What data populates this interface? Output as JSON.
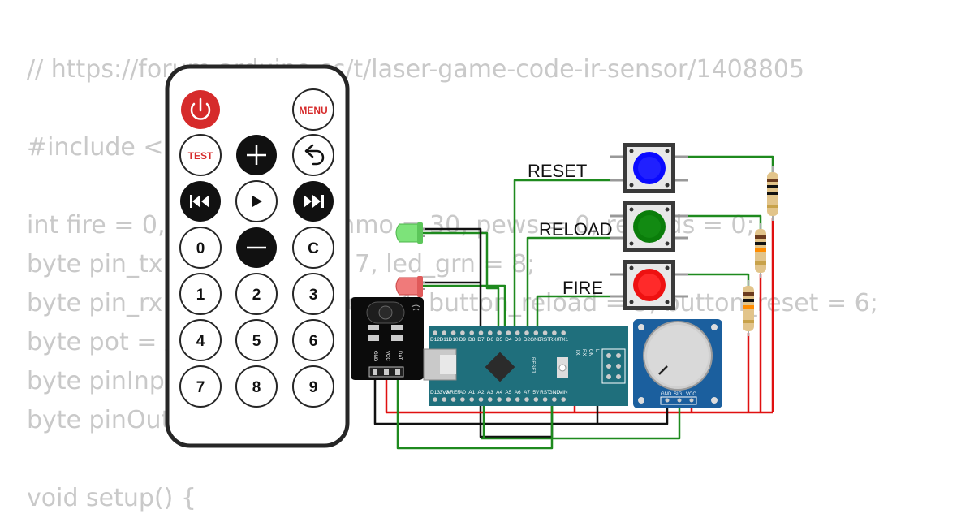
{
  "code_lines": [
    "// https://forum.arduino.cc/t/laser-game-code-ir-sensor/1408805",
    "",
    "#include <IRremote.h>",
    "",
    "int fire = 0, reload = 0, ammo = 30, pews = 0, reloads = 0;",
    "byte pin_tx = 3, led_red = 7, led_grn = 8;",
    "byte pin_rx = 2, button_fire = 4, button_reload = 5, button_reset = 6;",
    "byte pot = A0;",
    "byte pinInput = A1;",
    "byte pinOutput = A2;",
    "",
    "void setup() {"
  ],
  "labels": {
    "reset": "RESET",
    "reload": "RELOAD",
    "fire": "FIRE"
  },
  "remote": {
    "menu": "MENU",
    "test": "TEST",
    "zero": "0",
    "clear": "C",
    "digits": [
      "1",
      "2",
      "3",
      "4",
      "5",
      "6",
      "7",
      "8",
      "9"
    ]
  },
  "ir_module_pins": [
    "GND",
    "VCC",
    "DAT"
  ],
  "pot_pins": [
    "GND",
    "SIG",
    "VCC"
  ],
  "nano": {
    "top_pins": [
      "D12",
      "D11",
      "D10",
      "D9",
      "D8",
      "D7",
      "D6",
      "D5",
      "D4",
      "D3",
      "D2",
      "GND",
      "RST",
      "RX0",
      "TX1"
    ],
    "bottom_pins": [
      "D13",
      "3V3",
      "AREF",
      "A0",
      "A1",
      "A2",
      "A3",
      "A4",
      "A5",
      "A6",
      "A7",
      "5V",
      "RST",
      "GND",
      "VIN"
    ],
    "reset_label": "RESET",
    "led_labels": [
      "TX",
      "RX",
      "ON",
      "L"
    ]
  },
  "colors": {
    "wire_green": "#1e8a1e",
    "wire_red": "#e01010",
    "wire_black": "#111111",
    "board_teal": "#1f6f7c",
    "pot_blue": "#1b5f9e",
    "btn_blue": "#0a0aff",
    "btn_green": "#0a7d0a",
    "btn_red": "#ee1111",
    "power_red": "#d62b2b"
  }
}
